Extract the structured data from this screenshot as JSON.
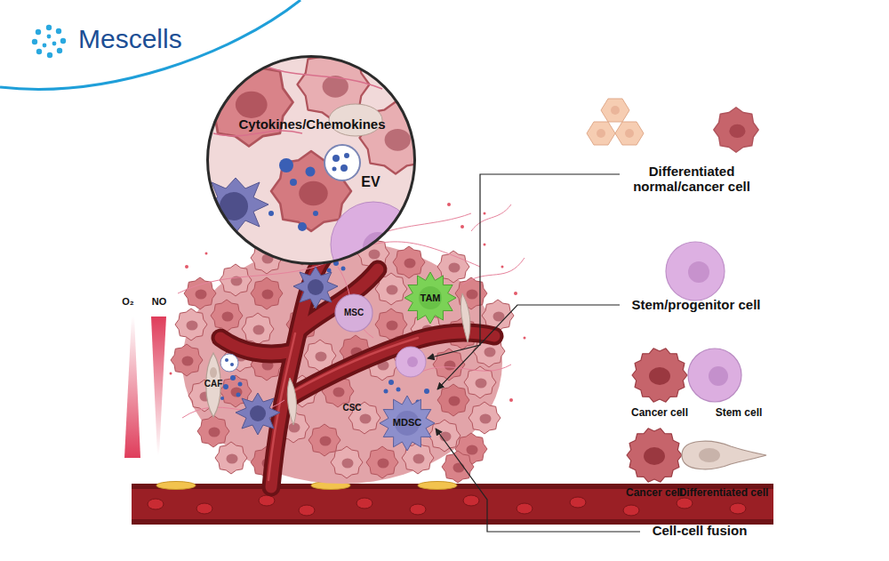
{
  "diagram": {
    "nodes": [
      {
        "text": [
          "Cytokines/Chemokines"
        ]
      },
      {
        "text": [
          "EV"
        ],
        "in": 0
      },
      {
        "text": [
          "CAF"
        ]
      },
      {
        "text": [
          "MSC"
        ]
      },
      {
        "text": [
          "TAM"
        ]
      },
      {
        "text": [
          "MDSC"
        ]
      },
      {
        "text": [
          "Cancer cell"
        ]
      },
      {
        "text": [
          "Stem cell"
        ]
      },
      {
        "text": [
          "Cancer cell"
        ]
      },
      {
        "text": [
          "Differentiated cell"
        ]
      }
    ],
    "labels": [
      "Mescells",
      "O₂",
      "NO",
      "CSC",
      "Differentiated normal/cancer cell",
      "Stem/progenitor cell",
      "Cell-cell fusion"
    ]
  }
}
